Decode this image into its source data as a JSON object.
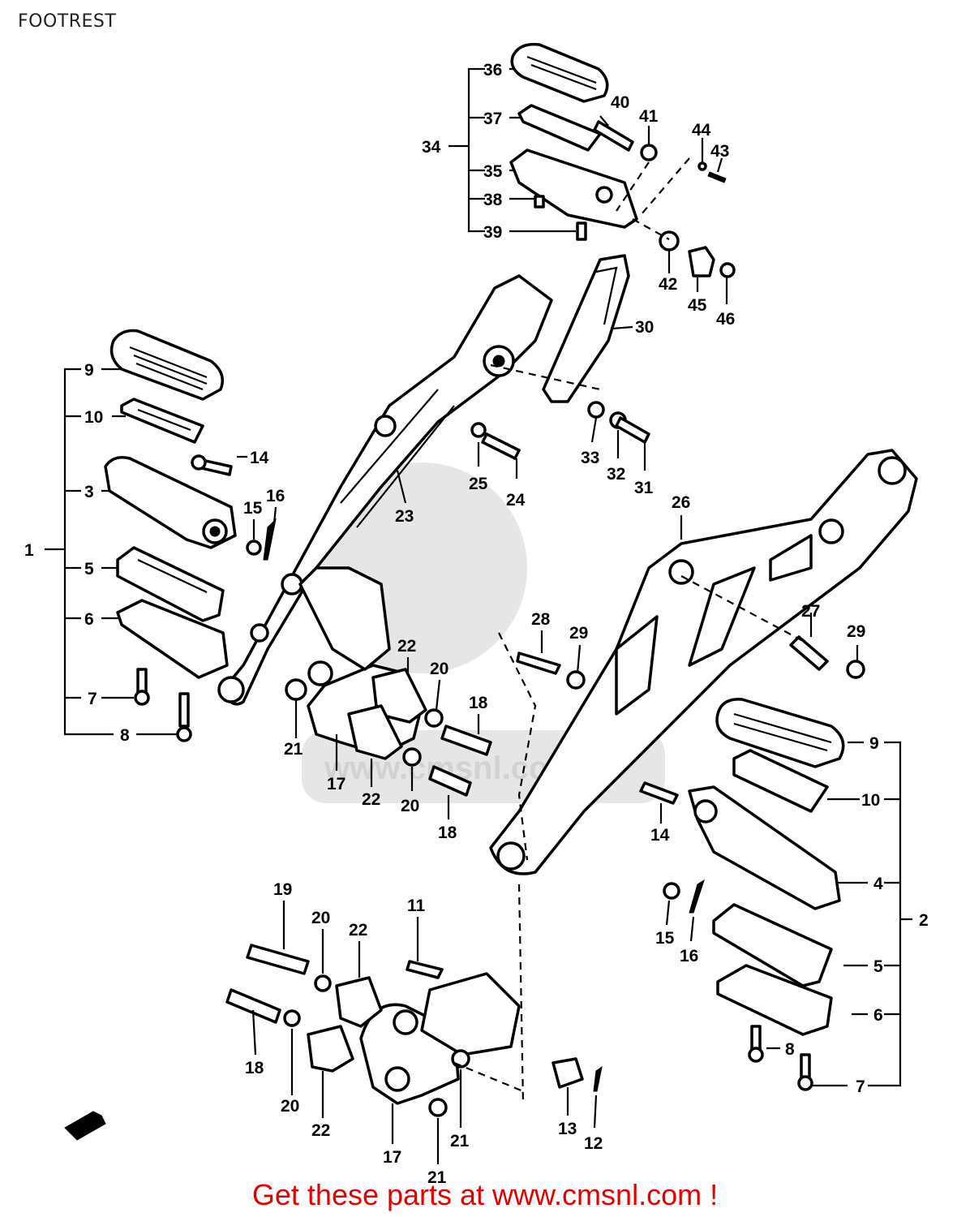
{
  "header": {
    "title": "FOOTREST"
  },
  "footer": {
    "text": "Get these parts at www.cmsnl.com !"
  },
  "watermark": {
    "text": "www.cmsnl.com"
  },
  "callouts": [
    {
      "id": "c1",
      "label": "1"
    },
    {
      "id": "c2",
      "label": "2"
    },
    {
      "id": "c3",
      "label": "3"
    },
    {
      "id": "c4",
      "label": "4"
    },
    {
      "id": "c5a",
      "label": "5"
    },
    {
      "id": "c5b",
      "label": "5"
    },
    {
      "id": "c6a",
      "label": "6"
    },
    {
      "id": "c6b",
      "label": "6"
    },
    {
      "id": "c7a",
      "label": "7"
    },
    {
      "id": "c7b",
      "label": "7"
    },
    {
      "id": "c8a",
      "label": "8"
    },
    {
      "id": "c8b",
      "label": "8"
    },
    {
      "id": "c9a",
      "label": "9"
    },
    {
      "id": "c9b",
      "label": "9"
    },
    {
      "id": "c10a",
      "label": "10"
    },
    {
      "id": "c10b",
      "label": "10"
    },
    {
      "id": "c11",
      "label": "11"
    },
    {
      "id": "c12",
      "label": "12"
    },
    {
      "id": "c13",
      "label": "13"
    },
    {
      "id": "c14a",
      "label": "14"
    },
    {
      "id": "c14b",
      "label": "14"
    },
    {
      "id": "c15a",
      "label": "15"
    },
    {
      "id": "c15b",
      "label": "15"
    },
    {
      "id": "c16a",
      "label": "16"
    },
    {
      "id": "c16b",
      "label": "16"
    },
    {
      "id": "c17a",
      "label": "17"
    },
    {
      "id": "c17b",
      "label": "17"
    },
    {
      "id": "c18a",
      "label": "18"
    },
    {
      "id": "c18b",
      "label": "18"
    },
    {
      "id": "c18c",
      "label": "18"
    },
    {
      "id": "c19",
      "label": "19"
    },
    {
      "id": "c20a",
      "label": "20"
    },
    {
      "id": "c20b",
      "label": "20"
    },
    {
      "id": "c20c",
      "label": "20"
    },
    {
      "id": "c20d",
      "label": "20"
    },
    {
      "id": "c21a",
      "label": "21"
    },
    {
      "id": "c21b",
      "label": "21"
    },
    {
      "id": "c21c",
      "label": "21"
    },
    {
      "id": "c22a",
      "label": "22"
    },
    {
      "id": "c22b",
      "label": "22"
    },
    {
      "id": "c22c",
      "label": "22"
    },
    {
      "id": "c22d",
      "label": "22"
    },
    {
      "id": "c23",
      "label": "23"
    },
    {
      "id": "c24",
      "label": "24"
    },
    {
      "id": "c25",
      "label": "25"
    },
    {
      "id": "c26",
      "label": "26"
    },
    {
      "id": "c27",
      "label": "27"
    },
    {
      "id": "c28",
      "label": "28"
    },
    {
      "id": "c29a",
      "label": "29"
    },
    {
      "id": "c29b",
      "label": "29"
    },
    {
      "id": "c30",
      "label": "30"
    },
    {
      "id": "c31",
      "label": "31"
    },
    {
      "id": "c32",
      "label": "32"
    },
    {
      "id": "c33",
      "label": "33"
    },
    {
      "id": "c34",
      "label": "34"
    },
    {
      "id": "c35",
      "label": "35"
    },
    {
      "id": "c36",
      "label": "36"
    },
    {
      "id": "c37",
      "label": "37"
    },
    {
      "id": "c38",
      "label": "38"
    },
    {
      "id": "c39",
      "label": "39"
    },
    {
      "id": "c40",
      "label": "40"
    },
    {
      "id": "c41",
      "label": "41"
    },
    {
      "id": "c42",
      "label": "42"
    },
    {
      "id": "c43",
      "label": "43"
    },
    {
      "id": "c44",
      "label": "44"
    },
    {
      "id": "c45",
      "label": "45"
    },
    {
      "id": "c46",
      "label": "46"
    }
  ]
}
